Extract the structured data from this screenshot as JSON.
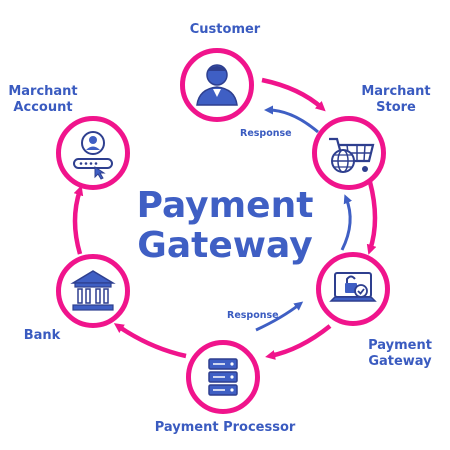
{
  "title": {
    "line1": "Payment",
    "line2": "Gateway"
  },
  "nodes": {
    "customer": {
      "label": "Customer",
      "icon": "customer-icon"
    },
    "merchant_store": {
      "line1": "Marchant",
      "line2": "Store",
      "icon": "shopping-cart-globe-icon"
    },
    "payment_gateway": {
      "line1": "Payment",
      "line2": "Gateway",
      "icon": "laptop-lock-icon"
    },
    "payment_processor": {
      "label": "Payment Processor",
      "icon": "server-icon"
    },
    "bank": {
      "label": "Bank",
      "icon": "bank-icon"
    },
    "merchant_account": {
      "line1": "Marchant",
      "line2": "Account",
      "icon": "account-login-icon"
    }
  },
  "responses": {
    "top": "Response",
    "bottom": "Response"
  },
  "colors": {
    "ring": "#f0148c",
    "text": "#3a5bc0",
    "icon_stroke": "#2e3f8f",
    "icon_fill": "#3f5fc4",
    "response_arrow": "#3f5fc4"
  }
}
